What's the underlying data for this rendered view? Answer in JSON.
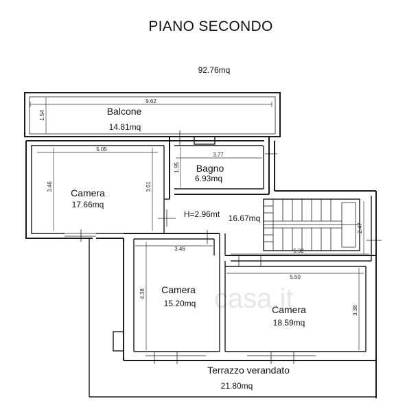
{
  "title": "PIANO SECONDO",
  "total_area": "92.76mq",
  "watermark": "casa.it",
  "rooms": {
    "balcone": {
      "name": "Balcone",
      "area": "14.81mq"
    },
    "camera1": {
      "name": "Camera",
      "area": "17.66mq"
    },
    "bagno": {
      "name": "Bagno",
      "area": "6.93mq"
    },
    "hall": {
      "height": "H=2.96mt",
      "area": "16.67mq"
    },
    "camera2": {
      "name": "Camera",
      "area": "15.20mq"
    },
    "camera3": {
      "name": "Camera",
      "area": "18.59mq"
    },
    "terrazzo": {
      "name": "Terrazzo verandato",
      "area": "21.80mq"
    }
  },
  "dims": {
    "balcone_w": "9.62",
    "balcone_h": "1.54",
    "camera1_w": "5.05",
    "camera1_h_left": "3.46",
    "camera1_h_right": "3.61",
    "bagno_w": "3.77",
    "bagno_h": "1.95",
    "stair_h": "2.47",
    "stair_w": "5.32",
    "camera2_w": "3.46",
    "camera2_h": "4.38",
    "camera3_w": "5.50",
    "camera3_h": "3.38"
  }
}
